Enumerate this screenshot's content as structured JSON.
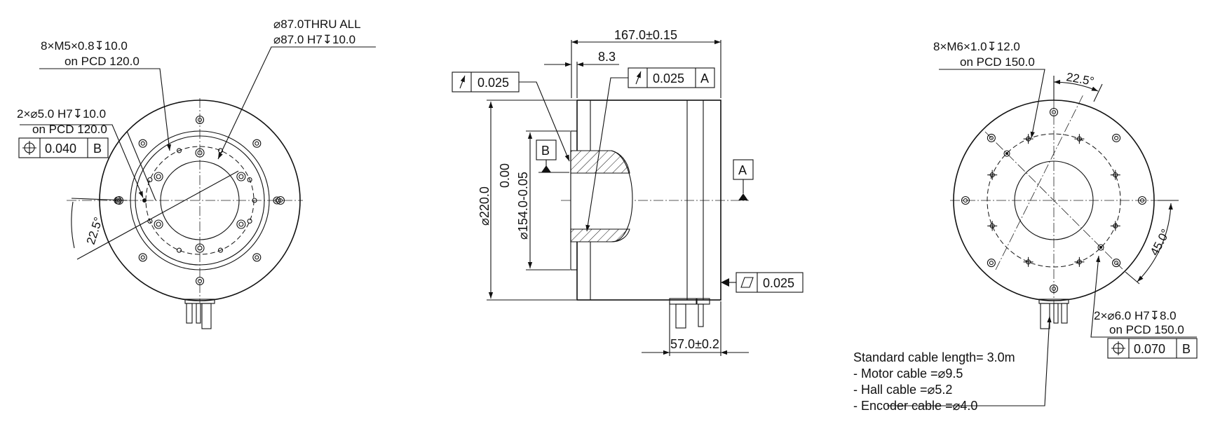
{
  "left_view": {
    "callout_holes": {
      "line1": "8×M5×0.8↧10.0",
      "line2": "on PCD 120.0"
    },
    "callout_bore": {
      "line1": "⌀87.0THRU ALL",
      "line2": "⌀87.0 H7↧10.0"
    },
    "callout_pins": {
      "line1": "2×⌀5.0 H7↧10.0",
      "line2": "on PCD 120.0"
    },
    "fcf_position": {
      "symbol": "⌖",
      "tolerance": "0.040",
      "datum": "B"
    },
    "angle_label": "22.5°"
  },
  "middle_view": {
    "overall_length": "167.0±0.15",
    "step_length": "8.3",
    "fcf_runout_left": {
      "symbol": "↗",
      "tolerance": "0.025"
    },
    "fcf_runout_right": {
      "symbol": "↗",
      "tolerance": "0.025",
      "datum": "A"
    },
    "datum_b": "B",
    "datum_a": "A",
    "dia_outer": "⌀220.0",
    "dia_pilot": "⌀154.0-0.05",
    "dia_pilot_upper": "0.00",
    "fcf_flatness": {
      "symbol": "▱",
      "tolerance": "0.025"
    },
    "cable_offset": "57.0±0.2"
  },
  "right_view": {
    "callout_holes": {
      "line1": "8×M6×1.0↧12.0",
      "line2": "on PCD 150.0"
    },
    "angle_top": "22.5°",
    "angle_side": "45.0°",
    "callout_pins": {
      "line1": "2×⌀6.0 H7↧8.0",
      "line2": "on PCD 150.0"
    },
    "fcf_position": {
      "symbol": "⌖",
      "tolerance": "0.070",
      "datum": "B"
    },
    "cable_notes": [
      "Standard cable length= 3.0m",
      "- Motor cable =⌀9.5",
      "- Hall cable =⌀5.2",
      "- Encoder cable =⌀4.0"
    ]
  }
}
